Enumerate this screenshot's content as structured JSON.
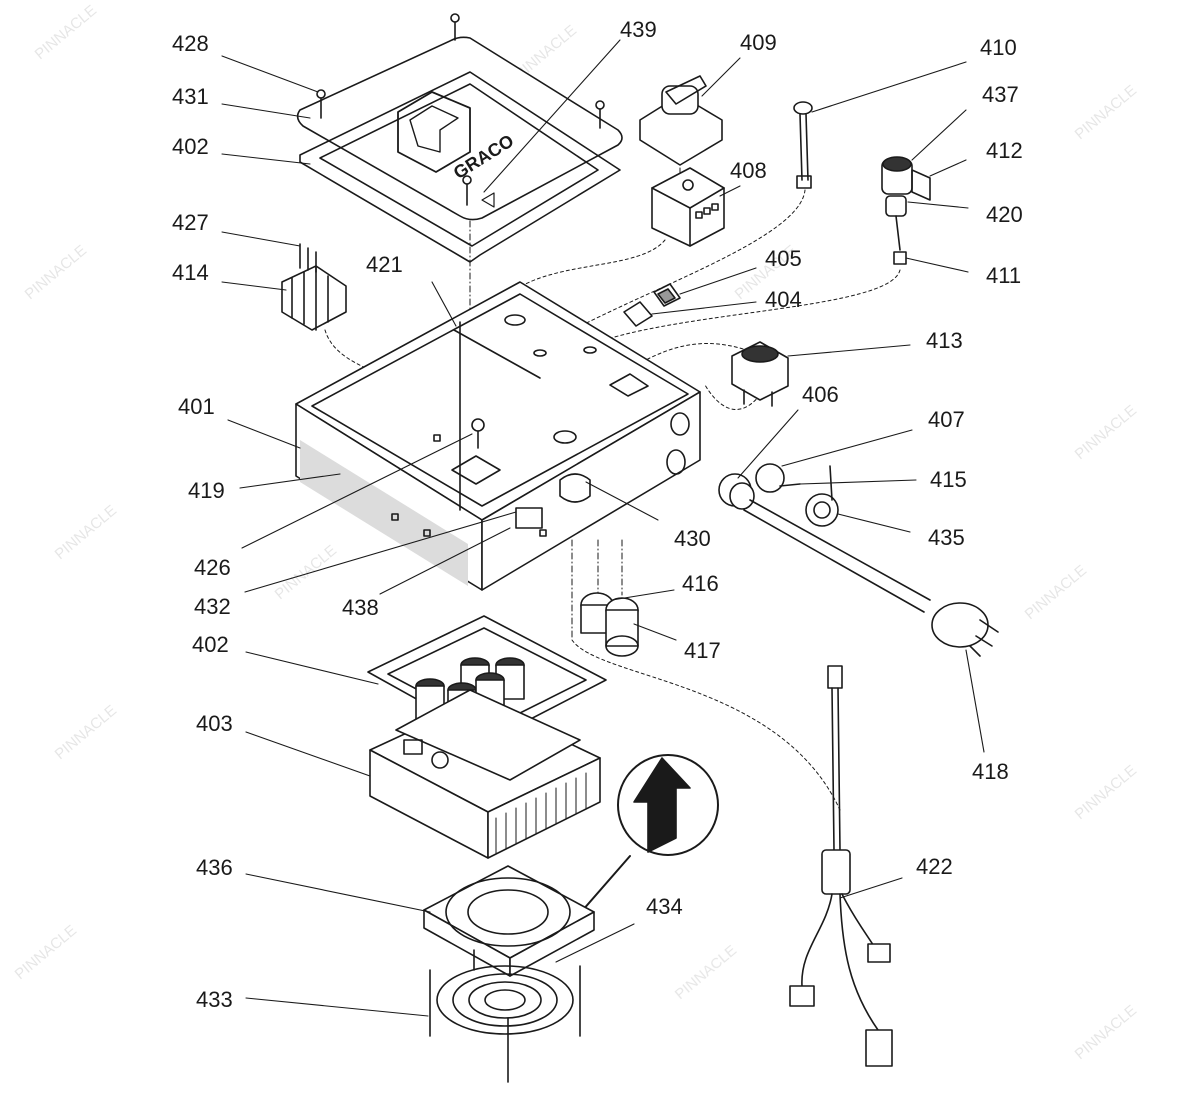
{
  "diagram": {
    "brand_text": "GRACO",
    "watermark_text": "PINNACLE",
    "callouts": {
      "c428": "428",
      "c431": "431",
      "c402a": "402",
      "c427": "427",
      "c414": "414",
      "c421": "421",
      "c401": "401",
      "c419": "419",
      "c426": "426",
      "c432": "432",
      "c438": "438",
      "c439": "439",
      "c409": "409",
      "c408": "408",
      "c410": "410",
      "c437": "437",
      "c412": "412",
      "c420": "420",
      "c411": "411",
      "c405": "405",
      "c404": "404",
      "c413": "413",
      "c406": "406",
      "c407": "407",
      "c415": "415",
      "c435": "435",
      "c430": "430",
      "c416": "416",
      "c417": "417",
      "c418": "418",
      "c402b": "402",
      "c403": "403",
      "c436": "436",
      "c434": "434",
      "c433": "433",
      "c422": "422"
    },
    "colors": {
      "line": "#1a1a1a",
      "panel": "#dcdcdc",
      "watermark": "#d9d9d9"
    }
  }
}
